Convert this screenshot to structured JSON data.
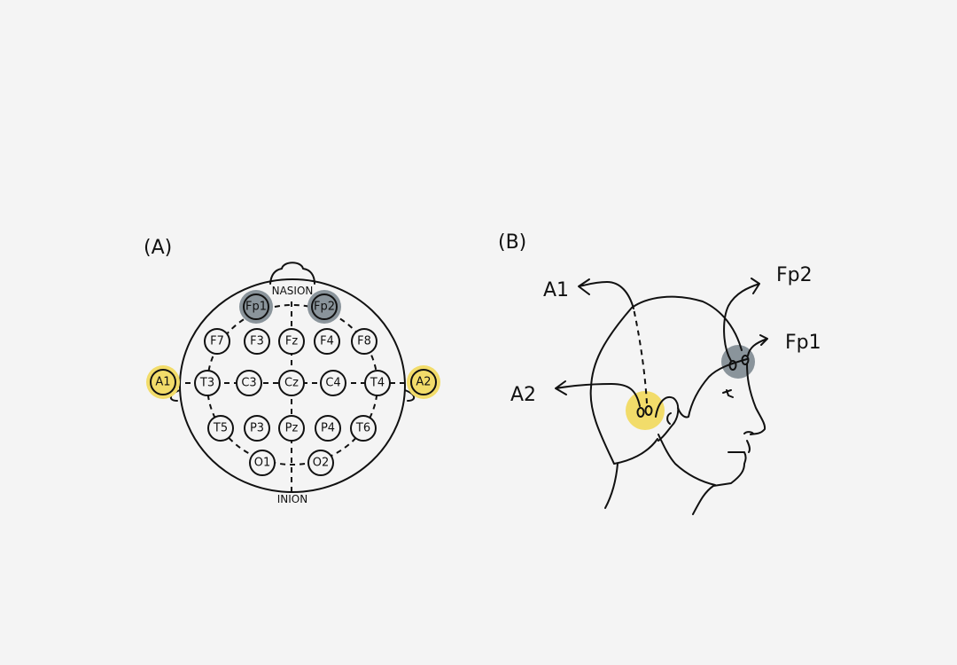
{
  "colors": {
    "reference": "#f2dc6a",
    "frontal": "#8a949b",
    "background": "#f4f4f4"
  },
  "panel_a": {
    "label": "(A)",
    "nasion": "NASION",
    "inion": "INION",
    "electrodes": [
      {
        "id": "Fp1",
        "group": "frontal"
      },
      {
        "id": "Fp2",
        "group": "frontal"
      },
      {
        "id": "F7"
      },
      {
        "id": "F3"
      },
      {
        "id": "Fz"
      },
      {
        "id": "F4"
      },
      {
        "id": "F8"
      },
      {
        "id": "A1",
        "group": "reference"
      },
      {
        "id": "T3"
      },
      {
        "id": "C3"
      },
      {
        "id": "Cz"
      },
      {
        "id": "C4"
      },
      {
        "id": "T4"
      },
      {
        "id": "A2",
        "group": "reference"
      },
      {
        "id": "T5"
      },
      {
        "id": "P3"
      },
      {
        "id": "Pz"
      },
      {
        "id": "P4"
      },
      {
        "id": "T6"
      },
      {
        "id": "O1"
      },
      {
        "id": "O2"
      }
    ]
  },
  "panel_b": {
    "label": "(B)",
    "a1": "A1",
    "a2": "A2",
    "fp1": "Fp1",
    "fp2": "Fp2"
  }
}
